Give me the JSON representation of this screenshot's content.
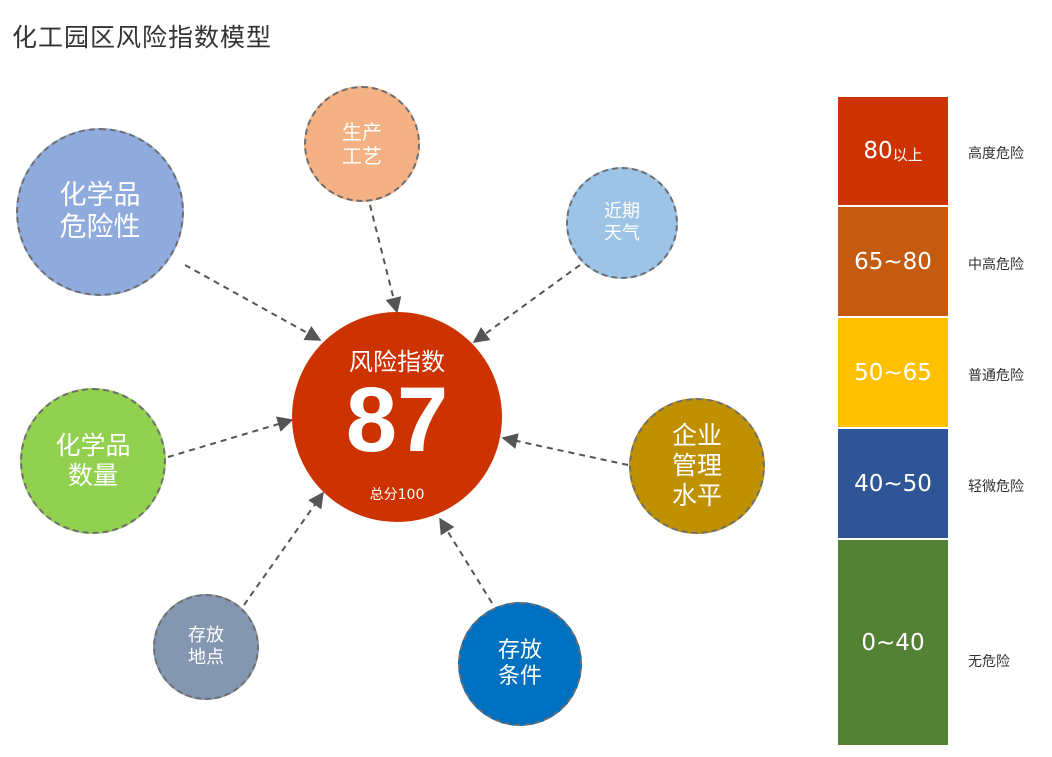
{
  "title": "化工园区风险指数模型",
  "center": {
    "title": "风险指数",
    "value": "87",
    "total": "总分100",
    "color": "#cc3300"
  },
  "factors": [
    {
      "id": "production",
      "lines": [
        "生产",
        "工艺"
      ],
      "color": "#f4b183"
    },
    {
      "id": "weather",
      "lines": [
        "近期",
        "天气"
      ],
      "color": "#9dc3e6"
    },
    {
      "id": "chem-hazard",
      "lines": [
        "化学品",
        "危险性"
      ],
      "color": "#8faadc"
    },
    {
      "id": "chem-quantity",
      "lines": [
        "化学品",
        "数量"
      ],
      "color": "#92d050"
    },
    {
      "id": "management",
      "lines": [
        "企业",
        "管理",
        "水平"
      ],
      "color": "#bf9000"
    },
    {
      "id": "storage-location",
      "lines": [
        "存放",
        "地点"
      ],
      "color": "#8497b0"
    },
    {
      "id": "storage-condition",
      "lines": [
        "存放",
        "条件"
      ],
      "color": "#0070c0"
    }
  ],
  "legend": [
    {
      "range": "80",
      "unit": "以上",
      "level": "高度危险",
      "color": "#cc3300"
    },
    {
      "range": "65~80",
      "unit": "",
      "level": "中高危险",
      "color": "#c55a11"
    },
    {
      "range": "50~65",
      "unit": "",
      "level": "普通危险",
      "color": "#ffc000"
    },
    {
      "range": "40~50",
      "unit": "",
      "level": "轻微危险",
      "color": "#2f5597"
    },
    {
      "range": "0~40",
      "unit": "",
      "level": "无危险",
      "color": "#548235"
    }
  ]
}
